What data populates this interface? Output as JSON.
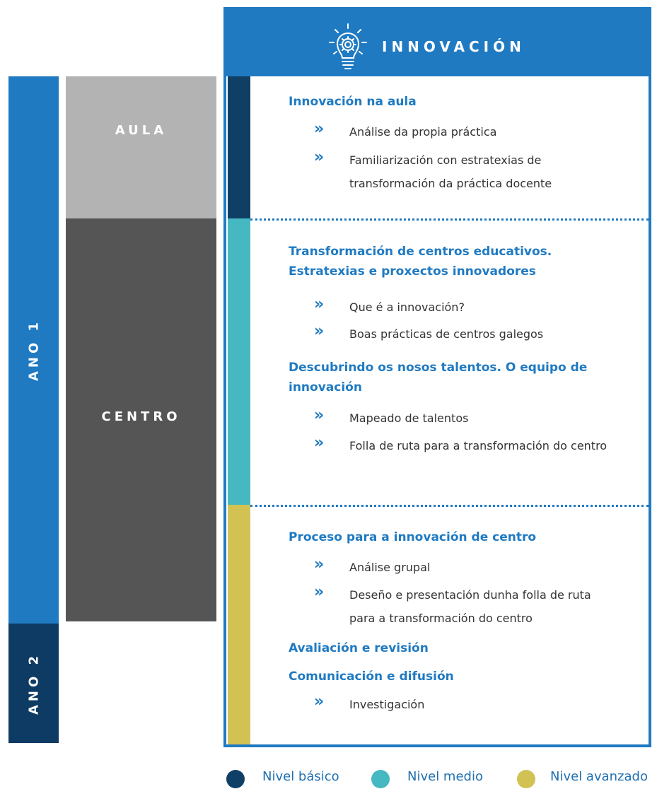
{
  "header": {
    "title": "INNOVACIÓN",
    "icon": "lightbulb-gear-icon"
  },
  "years": {
    "year1": "ANO 1",
    "year2": "ANO 2"
  },
  "scopes": {
    "aula": "AULA",
    "centro": "CENTRO"
  },
  "sections": {
    "s1": {
      "title": "Innovación na aula",
      "b1": "Análise da propia práctica",
      "b2": "Familiarización con estratexias de transformación da práctica docente"
    },
    "s2": {
      "title": "Transformación de centros educativos. Estratexias e proxectos innovadores",
      "b1": "Que é a innovación?",
      "b2": "Boas prácticas de centros galegos"
    },
    "s3": {
      "title": "Descubrindo os nosos talentos. O equipo de innovación",
      "b1": "Mapeado de talentos",
      "b2": "Folla de ruta para a transformación do centro"
    },
    "s4": {
      "title": "Proceso para a innovación de centro",
      "b1": "Análise grupal",
      "b2": "Deseño e presentación dunha folla de ruta para a transformación do centro"
    },
    "s5": {
      "title": "Avaliación e revisión"
    },
    "s6": {
      "title": "Comunicación e difusión",
      "b1": "Investigación"
    }
  },
  "bullet_glyph": "»",
  "legend": {
    "basic": "Nivel básico",
    "medio": "Nivel medio",
    "avanzado": "Nivel avanzado"
  },
  "colors": {
    "primary_blue": "#1f7ac2",
    "dark_navy": "#0e3b63",
    "basic": "#103f66",
    "medio": "#45b8c2",
    "avanzado": "#d1c253",
    "aula_gray": "#b3b3b3",
    "centro_gray": "#555555"
  }
}
